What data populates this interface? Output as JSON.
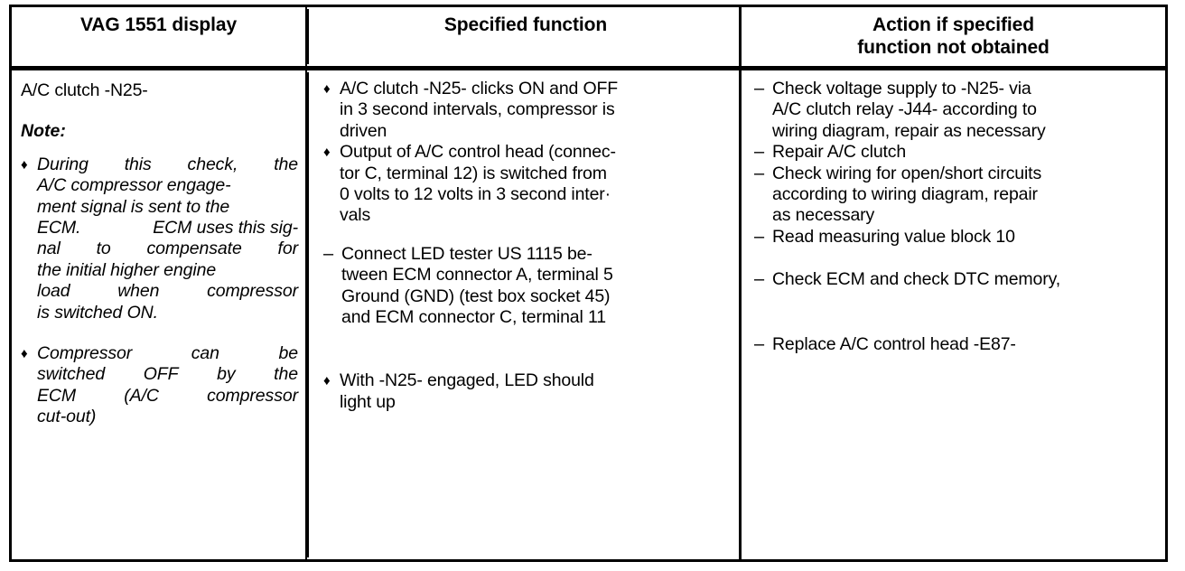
{
  "table": {
    "headers": [
      "VAG 1551 display",
      "Action if specified\nfunction not obtained"
    ],
    "header_1": "VAG 1551 display",
    "header_2": "Specified function",
    "header_3_line_1": "Action if specified",
    "header_3_line_2": "function not obtained",
    "column_1": {
      "title": "A/C clutch -N25-",
      "note_label": "Note:",
      "notes": [
        {
          "marker": "♦",
          "lines": [
            [
              "During",
              "this",
              "check,",
              "the"
            ],
            [
              "A/C compressor engage-"
            ],
            [
              "ment signal is sent to the"
            ],
            [
              "ECM.",
              "ECM uses this sig-"
            ],
            [
              "nal",
              "to",
              "compensate",
              "for"
            ],
            [
              "the initial higher engine"
            ],
            [
              "load",
              "when",
              "compressor"
            ],
            [
              "is switched ON."
            ]
          ]
        },
        {
          "marker": "♦",
          "lines": [
            [
              "Compressor",
              "can",
              "be"
            ],
            [
              "switched",
              "OFF",
              "by",
              "the"
            ],
            [
              "ECM",
              "(A/C",
              "compressor"
            ],
            [
              "cut-out)"
            ]
          ]
        }
      ]
    },
    "column_2": {
      "group_1": [
        {
          "marker": "♦",
          "lines": [
            "A/C clutch -N25- clicks ON and OFF",
            "in 3 second intervals, compressor is",
            "driven"
          ]
        },
        {
          "marker": "♦",
          "lines": [
            "Output of A/C control head (connec-",
            "tor C, terminal 12) is switched from",
            "0 volts to 12 volts in 3 second inter·",
            "vals"
          ]
        }
      ],
      "group_2": [
        {
          "marker": "–",
          "lines": [
            "Connect LED tester US 1115 be-",
            "tween ECM connector A, terminal 5",
            "Ground (GND) (test box socket 45)",
            "and ECM connector C, terminal 11"
          ]
        }
      ],
      "group_3": [
        {
          "marker": "♦",
          "lines": [
            "With -N25- engaged, LED should",
            "light up"
          ]
        }
      ]
    },
    "column_3": {
      "group_1": [
        {
          "marker": "–",
          "lines": [
            "Check voltage supply to -N25- via",
            "A/C clutch relay -J44- according to",
            "wiring diagram, repair as necessary"
          ]
        },
        {
          "marker": "–",
          "lines": [
            "Repair A/C clutch"
          ]
        },
        {
          "marker": "–",
          "lines": [
            "Check wiring for open/short circuits",
            "according to wiring diagram, repair",
            "as necessary"
          ]
        },
        {
          "marker": "–",
          "lines": [
            "Read measuring value block 10"
          ]
        }
      ],
      "group_2": [
        {
          "marker": "–",
          "lines": [
            "Check ECM and check DTC memory,"
          ]
        }
      ],
      "group_3": [
        {
          "marker": "–",
          "lines": [
            "Replace A/C control head -E87-"
          ]
        }
      ]
    }
  },
  "colors": {
    "ink": "#000000",
    "paper": "#ffffff"
  }
}
